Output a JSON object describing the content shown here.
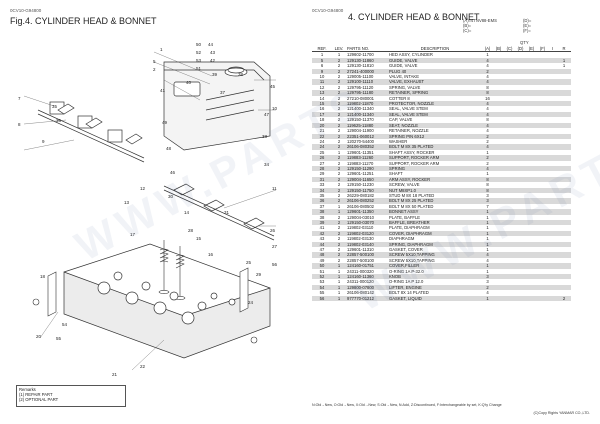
{
  "left": {
    "code": "0CV10-G94800",
    "fig_title": "Fig.4.  CYLINDER HEAD & BONNET",
    "remarks": [
      "Remarks",
      "(1) REPAIR PART",
      "(2) OPTIONAL PART"
    ],
    "callouts": [
      "1",
      "5",
      "2",
      "51",
      "7",
      "8",
      "9",
      "10",
      "11",
      "12",
      "13",
      "14",
      "15",
      "16",
      "17",
      "18",
      "20",
      "21",
      "22",
      "24",
      "25",
      "26",
      "27",
      "28",
      "29",
      "30",
      "31",
      "33",
      "34",
      "35",
      "36",
      "37",
      "38",
      "39",
      "40",
      "41",
      "42",
      "43",
      "44",
      "45",
      "46",
      "47",
      "48",
      "49",
      "50",
      "52",
      "53",
      "54",
      "55",
      "56"
    ]
  },
  "right": {
    "code": "0CV10-G94800",
    "fig_title": "4.  CYLINDER HEAD & BONNET",
    "model_codes": [
      "(A)=4TNV88-EMS",
      "(B)=",
      "(C)=",
      "(D)=",
      "(E)=",
      "(F)="
    ],
    "headers": {
      "ref": "REF.",
      "lev": "LEV.",
      "pn": "PARTS NO.",
      "desc": "DESCRIPTION",
      "qty": "QTY",
      "i": "I",
      "r": "R"
    },
    "qty_cols": [
      "(A)",
      "(B)",
      "(C)",
      "(D)",
      "(E)",
      "(F)"
    ],
    "rows": [
      {
        "ref": "1",
        "lev": "1",
        "pn": "129602-11700",
        "desc": "HED ASSY, CYLINDER",
        "qa": "1",
        "rmk": ""
      },
      {
        "ref": "5",
        "lev": "2",
        "pn": "129130-11860",
        "desc": "GUIDE, VALVE",
        "qa": "4",
        "rmk": "1"
      },
      {
        "ref": "6",
        "lev": "2",
        "pn": "129130-11810",
        "desc": "GUIDE, VALVE",
        "qa": "4",
        "rmk": "1"
      },
      {
        "ref": "9",
        "lev": "2",
        "pn": "27241-400000",
        "desc": "PLUG 40",
        "qa": "2",
        "rmk": ""
      },
      {
        "ref": "10",
        "lev": "2",
        "pn": "129005-11100",
        "desc": "VALVE, INTAKE",
        "qa": "4",
        "rmk": ""
      },
      {
        "ref": "11",
        "lev": "2",
        "pn": "129100-11110",
        "desc": "VALVE, EXHAUST",
        "qa": "4",
        "rmk": ""
      },
      {
        "ref": "12",
        "lev": "2",
        "pn": "129795-11120",
        "desc": "SPRING, VALVE",
        "qa": "8",
        "rmk": ""
      },
      {
        "ref": "13",
        "lev": "2",
        "pn": "129795-11180",
        "desc": "RETAINER, SPRING",
        "qa": "8",
        "rmk": ""
      },
      {
        "ref": "14",
        "lev": "2",
        "pn": "27210-080001",
        "desc": "COTTER  8",
        "qa": "16",
        "rmk": ""
      },
      {
        "ref": "15",
        "lev": "2",
        "pn": "119802-11870",
        "desc": "PROTECTOR, NOZZLE",
        "qa": "4",
        "rmk": ""
      },
      {
        "ref": "16",
        "lev": "2",
        "pn": "121400-11340",
        "desc": "SEAL, VALVE STEM",
        "qa": "4",
        "rmk": ""
      },
      {
        "ref": "17",
        "lev": "2",
        "pn": "121400-11340",
        "desc": "SEAL, VALVE STEM",
        "qa": "4",
        "rmk": ""
      },
      {
        "ref": "18",
        "lev": "2",
        "pn": "129150-11370",
        "desc": "CAP, VALVE",
        "qa": "8",
        "rmk": ""
      },
      {
        "ref": "20",
        "lev": "2",
        "pn": "119625-11880",
        "desc": "SEAT, NOZZLE",
        "qa": "4",
        "rmk": ""
      },
      {
        "ref": "21",
        "lev": "2",
        "pn": "129004-11900",
        "desc": "RETAINER, NOZZLE",
        "qa": "4",
        "rmk": ""
      },
      {
        "ref": "22",
        "lev": "2",
        "pn": "22351-060012",
        "desc": "SPRING PIN 6X12",
        "qa": "2",
        "rmk": ""
      },
      {
        "ref": "24",
        "lev": "2",
        "pn": "120270-54400",
        "desc": "WASHER",
        "qa": "2",
        "rmk": ""
      },
      {
        "ref": "24",
        "lev": "2",
        "pn": "26106-080352",
        "desc": "BOLT M 8X 35 PLATED",
        "qa": "4",
        "rmk": ""
      },
      {
        "ref": "25",
        "lev": "1",
        "pn": "129601-11351",
        "desc": "SHAFT ASSY, ROCKER",
        "qa": "1",
        "rmk": ""
      },
      {
        "ref": "26",
        "lev": "2",
        "pn": "119883-11260",
        "desc": "SUPPORT, ROCKER ARM",
        "qa": "2",
        "rmk": ""
      },
      {
        "ref": "27",
        "lev": "2",
        "pn": "119883-11270",
        "desc": "SUPPORT, ROCKER ARM",
        "qa": "2",
        "rmk": ""
      },
      {
        "ref": "28",
        "lev": "2",
        "pn": "129150-11290",
        "desc": "SPRING",
        "qa": "4",
        "rmk": ""
      },
      {
        "ref": "29",
        "lev": "2",
        "pn": "129601-11251",
        "desc": "SHAFT",
        "qa": "1",
        "rmk": ""
      },
      {
        "ref": "31",
        "lev": "2",
        "pn": "129004-11650",
        "desc": "ARM ASSY, ROCKER",
        "qa": "8",
        "rmk": ""
      },
      {
        "ref": "33",
        "lev": "2",
        "pn": "129150-11230",
        "desc": "SCREW, VALVE",
        "qa": "8",
        "rmk": ""
      },
      {
        "ref": "34",
        "lev": "2",
        "pn": "129150-11750",
        "desc": "NUT M8XP1.0",
        "qa": "8",
        "rmk": ""
      },
      {
        "ref": "35",
        "lev": "2",
        "pn": "26229-080182",
        "desc": "STUD M 8X 18 PLATED",
        "qa": "3",
        "rmk": ""
      },
      {
        "ref": "36",
        "lev": "2",
        "pn": "26106-080252",
        "desc": "BOLT M 8X 25 PLATED",
        "qa": "3",
        "rmk": ""
      },
      {
        "ref": "37",
        "lev": "1",
        "pn": "26106-080502",
        "desc": "BOLT M 8X 50 PLATED",
        "qa": "7",
        "rmk": ""
      },
      {
        "ref": "38",
        "lev": "1",
        "pn": "129601-11350",
        "desc": "BONNET ASSY",
        "qa": "1",
        "rmk": ""
      },
      {
        "ref": "38",
        "lev": "2",
        "pn": "129004-03010",
        "desc": "PLATE, BAFFLE",
        "qa": "1",
        "rmk": ""
      },
      {
        "ref": "39",
        "lev": "2",
        "pn": "129150-03070",
        "desc": "BAFFLE, BREATHER",
        "qa": "1",
        "rmk": ""
      },
      {
        "ref": "41",
        "lev": "2",
        "pn": "119802-03110",
        "desc": "PLATE, DIAPHRAGM",
        "qa": "1",
        "rmk": ""
      },
      {
        "ref": "42",
        "lev": "2",
        "pn": "119802-03120",
        "desc": "COVER, DIAPHRAGM",
        "qa": "1",
        "rmk": ""
      },
      {
        "ref": "43",
        "lev": "2",
        "pn": "119802-03130",
        "desc": "DIAPHRAGM",
        "qa": "1",
        "rmk": ""
      },
      {
        "ref": "44",
        "lev": "2",
        "pn": "119802-03140",
        "desc": "SPRING, DIAPHRAGM",
        "qa": "1",
        "rmk": ""
      },
      {
        "ref": "47",
        "lev": "2",
        "pn": "129601-11310",
        "desc": "GASKET, COVER",
        "qa": "1",
        "rmk": ""
      },
      {
        "ref": "48",
        "lev": "2",
        "pn": "22857-500100",
        "desc": "SCREW 5X10,TAPPING",
        "qa": "4",
        "rmk": ""
      },
      {
        "ref": "49",
        "lev": "2",
        "pn": "22857-500100",
        "desc": "SCREW 5X10,TAPPING",
        "qa": "4",
        "rmk": ""
      },
      {
        "ref": "50",
        "lev": "1",
        "pn": "124160-01751",
        "desc": "COVER,FILLER",
        "qa": "1",
        "rmk": ""
      },
      {
        "ref": "51",
        "lev": "1",
        "pn": "24311-000320",
        "desc": "O-RING 1A P-32.0",
        "qa": "1",
        "rmk": ""
      },
      {
        "ref": "52",
        "lev": "1",
        "pn": "124160-11360",
        "desc": "KNOB",
        "qa": "3",
        "rmk": ""
      },
      {
        "ref": "53",
        "lev": "1",
        "pn": "24311-000120",
        "desc": "O-RING 1A P 12.0",
        "qa": "3",
        "rmk": ""
      },
      {
        "ref": "54",
        "lev": "1",
        "pn": "129800-07800",
        "desc": "LIFTER, ENGINE",
        "qa": "2",
        "rmk": ""
      },
      {
        "ref": "55",
        "lev": "1",
        "pn": "26106-080142",
        "desc": "BOLT 8X 14 PLATED",
        "qa": "4",
        "rmk": ""
      },
      {
        "ref": "56",
        "lev": "1",
        "pn": "977770-01212",
        "desc": "GASKET, LIQUID",
        "qa": "1",
        "rmk": "2"
      }
    ],
    "legend": "N:Old→New, O:Old→New, X:Old→New, S:Old→New, N:Add, Z:Discontinued, F:Interchangeable by set, K:Q'ty Change",
    "copyright": "(C)Copy Rights YANMAR CO.,LTD."
  },
  "watermark": "WWW.PARTS",
  "colors": {
    "shade": "#d9d9d9",
    "ink": "#222222"
  }
}
